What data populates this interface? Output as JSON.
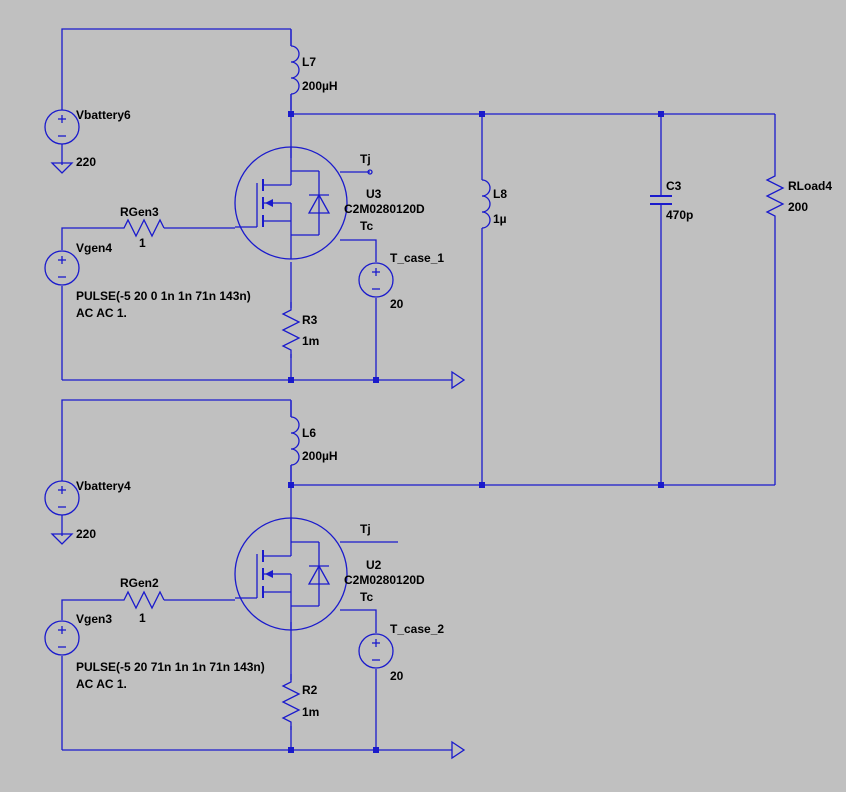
{
  "components": {
    "L7": {
      "name": "L7",
      "value": "200µH"
    },
    "Vbattery6": {
      "name": "Vbattery6",
      "value": "220"
    },
    "U3": {
      "name": "U3",
      "part": "C2M0280120D",
      "tj": "Tj",
      "tc": "Tc"
    },
    "RGen3": {
      "name": "RGen3",
      "value": "1"
    },
    "Vgen4": {
      "name": "Vgen4",
      "value": "PULSE(-5 20 0 1n 1n 71n 143n)",
      "ac": "AC AC 1."
    },
    "T_case_1": {
      "name": "T_case_1",
      "value": "20"
    },
    "R3": {
      "name": "R3",
      "value": "1m"
    },
    "L8": {
      "name": "L8",
      "value": "1µ"
    },
    "C3": {
      "name": "C3",
      "value": "470p"
    },
    "RLoad4": {
      "name": "RLoad4",
      "value": "200"
    },
    "L6": {
      "name": "L6",
      "value": "200µH"
    },
    "Vbattery4": {
      "name": "Vbattery4",
      "value": "220"
    },
    "U2": {
      "name": "U2",
      "part": "C2M0280120D",
      "tj": "Tj",
      "tc": "Tc"
    },
    "RGen2": {
      "name": "RGen2",
      "value": "1"
    },
    "Vgen3": {
      "name": "Vgen3",
      "value": "PULSE(-5 20 71n 1n 1n 71n 143n)",
      "ac": "AC AC 1."
    },
    "T_case_2": {
      "name": "T_case_2",
      "value": "20"
    },
    "R2": {
      "name": "R2",
      "value": "1m"
    }
  },
  "colors": {
    "background": "#c0c0c0",
    "wire": "#1a1acc",
    "text": "#000000"
  }
}
